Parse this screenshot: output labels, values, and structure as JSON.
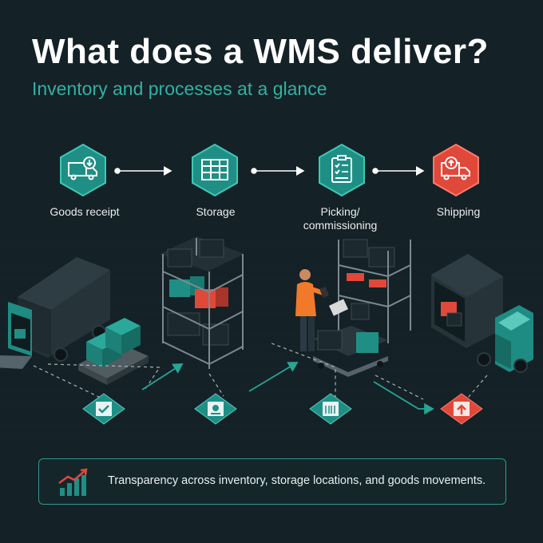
{
  "header": {
    "title": "What does a WMS deliver?",
    "subtitle": "Inventory and processes at a glance"
  },
  "steps": [
    {
      "label": "Goods receipt",
      "icon": "truck-arrow-down-icon",
      "color": "#1f8f86"
    },
    {
      "label": "Storage",
      "icon": "shelf-grid-icon",
      "color": "#1f8f86"
    },
    {
      "label": "Picking/ commissioning",
      "icon": "clipboard-checklist-icon",
      "color": "#1f8f86"
    },
    {
      "label": "Shipping",
      "icon": "truck-arrow-up-icon",
      "color": "#e0483a"
    }
  ],
  "summary": {
    "text": "Transparency across inventory, storage locations, and goods movements.",
    "icon": "bar-chart-trend-up-icon"
  },
  "colors": {
    "background": "#142127",
    "teal": "#1f8f86",
    "teal_light": "#2eb3a3",
    "red": "#e0483a",
    "orange": "#f07a2a"
  }
}
